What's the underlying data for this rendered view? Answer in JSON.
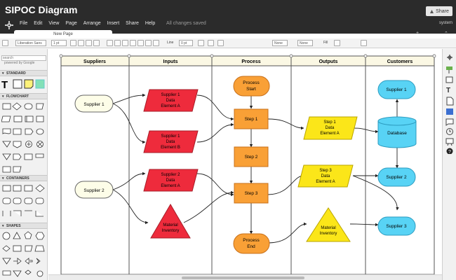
{
  "app": {
    "title": "SIPOC Diagram",
    "save_status": "All changes saved",
    "share_label": "Share",
    "user": "system"
  },
  "menu": [
    "File",
    "Edit",
    "View",
    "Page",
    "Arrange",
    "Insert",
    "Share",
    "Help"
  ],
  "page_tab": {
    "label": "New Page"
  },
  "toolbar": {
    "font_select": "Liberation Sans",
    "size_value": "1 pt",
    "line_label": "Line",
    "line_value": "0 pt",
    "none_1": "None",
    "none_2": "None",
    "fill_label": "Fill"
  },
  "sidebar": {
    "search_placeholder": "search",
    "powered_by": "powered by Google",
    "sections": [
      "STANDARD",
      "FLOWCHART",
      "CONTAINERS",
      "SHAPES"
    ]
  },
  "diagram": {
    "columns": [
      "Suppliers",
      "Inputs",
      "Process",
      "Outputs",
      "Customers"
    ],
    "nodes": {
      "supplier1": "Supplier 1",
      "supplier2": "Supplier 2",
      "input1": [
        "Supplier 1",
        "Data",
        "Element A"
      ],
      "input2": [
        "Supplier 1",
        "Data",
        "Element B"
      ],
      "input3": [
        "Supplier 2",
        "Data",
        "Element A"
      ],
      "input4": [
        "Material",
        "Inventory"
      ],
      "start": [
        "Process",
        "Start"
      ],
      "step1": "Step 1",
      "step2": "Step 2",
      "step3": "Step 3",
      "end": [
        "Process",
        "End"
      ],
      "output1": [
        "Step 1",
        "Data",
        "Element A"
      ],
      "output2": [
        "Step 3",
        "Data",
        "Element A"
      ],
      "output3": [
        "Material",
        "Inventory"
      ],
      "customer1": "Supplier 1",
      "database": "Database",
      "customer2": "Supplier 2",
      "customer3": "Supplier 3"
    }
  },
  "colors": {
    "header_bg": "#2b2b2b",
    "supplier_fill": "#fdfde8",
    "input_fill": "#ee2b3c",
    "process_fill": "#f9a036",
    "output_fill": "#fbe619",
    "customer_fill": "#58d3f5"
  }
}
